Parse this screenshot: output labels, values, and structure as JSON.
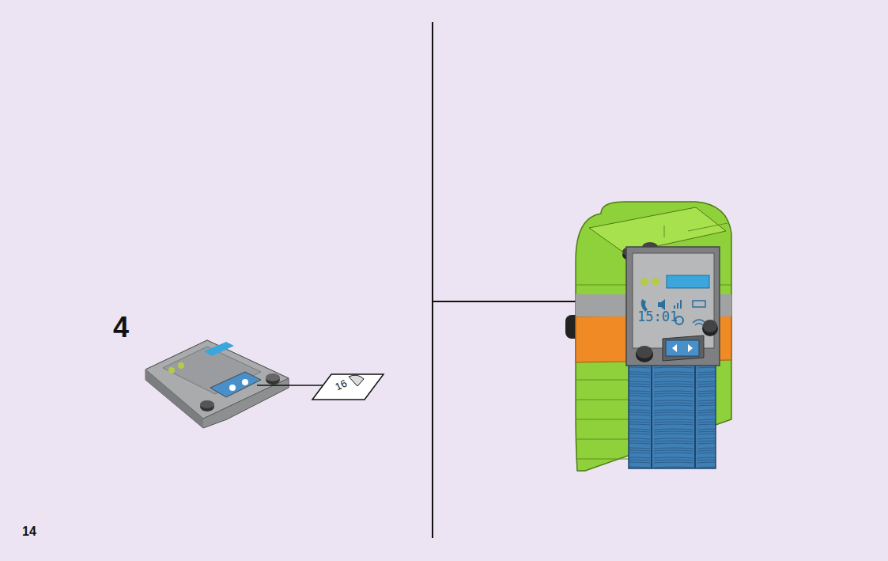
{
  "diagram": {
    "labels": [
      "4",
      "16",
      "15:01",
      "14"
    ]
  }
}
